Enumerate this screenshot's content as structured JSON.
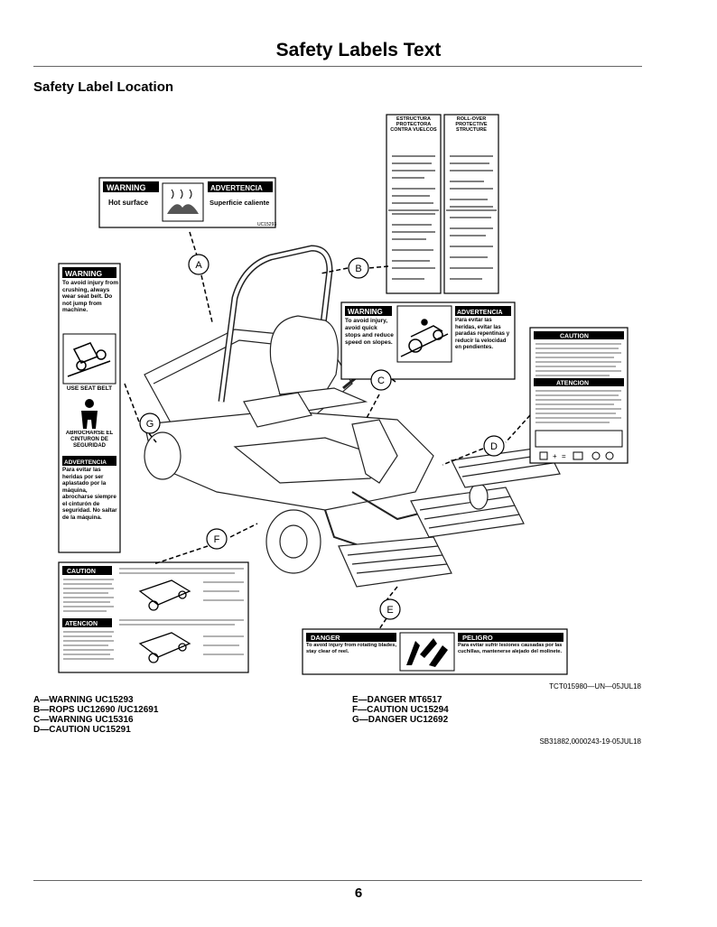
{
  "page": {
    "title": "Safety Labels Text",
    "section_title": "Safety Label Location",
    "figure_id": "TCT015980—UN—05JUL18",
    "reference_id": "SB31882,0000243-19-05JUL18",
    "page_number": "6"
  },
  "legend": {
    "left": [
      "A—WARNING UC15293",
      "B—ROPS UC12690 /UC12691",
      "C—WARNING UC15316",
      "D—CAUTION UC15291"
    ],
    "right": [
      "E—DANGER MT6517",
      "F—CAUTION UC15294",
      "G—DANGER UC12692"
    ]
  },
  "callouts": {
    "a": "A",
    "b": "B",
    "c": "C",
    "d": "D",
    "e": "E",
    "f": "F",
    "g": "G"
  },
  "labels": {
    "a": {
      "warning": "WARNING",
      "warning_text": "Hot surface",
      "advertencia": "ADVERTENCIA",
      "advertencia_text": "Superficie caliente",
      "part": "UC15293"
    },
    "b": {
      "es_title": "ESTRUCTURA PROTECTORA CONTRA VUELCOS",
      "en_title": "ROLL-OVER PROTECTIVE STRUCTURE"
    },
    "c": {
      "warning": "WARNING",
      "warning_text": "To avoid injury, avoid quick stops and reduce speed on slopes.",
      "advertencia": "ADVERTENCIA",
      "advertencia_text": "Para evitar las heridas, evitar las paradas repentinas y reducir la velocidad en pendientes."
    },
    "d": {
      "caution": "CAUTION",
      "atencion": "ATENCION"
    },
    "e": {
      "danger": "DANGER",
      "danger_text": "To avoid injury from rotating blades, stay clear of reel.",
      "peligro": "PELIGRO",
      "peligro_text": "Para evitar sufrir lesiones causadas por las cuchillas, mantenerse alejado del molinete."
    },
    "f": {
      "caution": "CAUTION",
      "atencion": "ATENCION"
    },
    "g": {
      "warning": "WARNING",
      "warning_text": "To avoid injury from crushing, always wear seat belt. Do not jump from machine.",
      "seat_belt": "USE SEAT BELT",
      "seat_belt_es": "ABROCHARSE EL CINTURON DE SEGURIDAD",
      "advertencia": "ADVERTENCIA",
      "advertencia_text": "Para evitar las heridas por ser aplastado por la máquina, abrocharse siempre el cinturón de seguridad. No saltar de la máquina."
    }
  }
}
